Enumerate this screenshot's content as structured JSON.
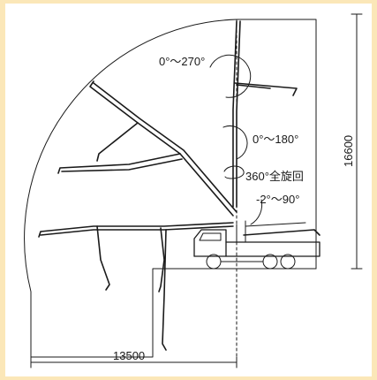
{
  "title": "",
  "annotations": {
    "angle_top": "0°～270°",
    "angle_mid": "0°～180°",
    "rotation": "360°全旋回",
    "angle_base": "-2°～90°"
  },
  "dimensions": {
    "height": "16600",
    "radius": "13500"
  },
  "colors": {
    "background": "#fbe7b8",
    "line": "#1a1a1a"
  }
}
